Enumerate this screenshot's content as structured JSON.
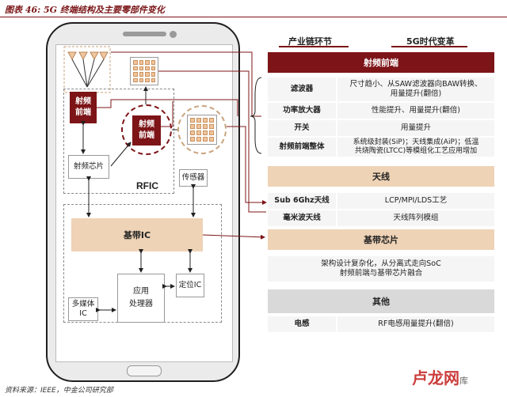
{
  "title": "图表 46: 5G 终端结构及主要零部件变化",
  "source": "资料来源：IEEE，中金公司研究部",
  "watermark": {
    "main": "卢龙网",
    "sub": "库"
  },
  "phone": {
    "rf_front_left": "射频\n前端",
    "rf_front_center": "射频\n前端",
    "rf_chip": "射频芯片",
    "rfic_label": "RFIC",
    "sensor": "传感器",
    "baseband": "基带IC",
    "app_processor": "应用\n处理器",
    "multimedia_ic": "多媒体\nIC",
    "positioning_ic": "定位IC"
  },
  "panel": {
    "col_left_header": "产业链环节",
    "col_right_header": "5G时代变革",
    "sections": [
      {
        "band": "射频前端",
        "style": "dark",
        "rows": [
          {
            "left": "滤波器",
            "right": "尺寸趋小、从SAW滤波器向BAW转换、\n用量提升(翻倍)"
          },
          {
            "left": "功率放大器",
            "right": "性能提升、用量提升(翻倍)"
          },
          {
            "left": "开关",
            "right": "用量提升"
          },
          {
            "left": "射频前端整体",
            "right": "系统级封装(SiP)；天线集成(AiP)；低温\n共烧陶瓷(LTCC)等模组化工艺应用增加"
          }
        ]
      },
      {
        "band": "天线",
        "style": "tan",
        "rows": [
          {
            "left": "Sub 6Ghz天线",
            "right": "LCP/MPI/LDS工艺"
          },
          {
            "left": "毫米波天线",
            "right": "天线阵列模组"
          }
        ]
      },
      {
        "band": "基带芯片",
        "style": "tan",
        "rows": [
          {
            "left": "",
            "right": "架构设计复杂化，从分离式走向SoC\n射频前端与基带芯片融合"
          }
        ]
      },
      {
        "band": "其他",
        "style": "grey",
        "rows": [
          {
            "left": "电感",
            "right": "RF电感用量提升(翻倍)"
          }
        ]
      }
    ]
  },
  "colors": {
    "dark_red": "#7d1417",
    "tan": "#efd3b6",
    "grey": "#d9d9d9",
    "cell": "#f5f5f5"
  }
}
